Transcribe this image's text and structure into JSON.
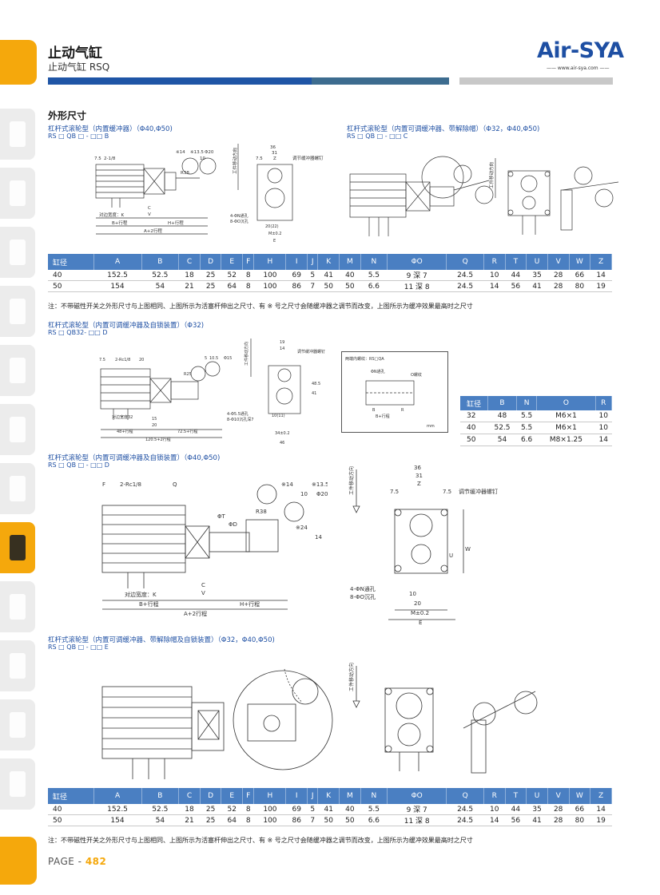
{
  "header": {
    "title": "止动气缸",
    "subtitle": "止动气缸 RSQ",
    "logo": "Air-SYA",
    "logo_url": "—— www.air-sya.com ——"
  },
  "section": {
    "title": "外形尺寸"
  },
  "captions": {
    "b_title": "杠杆式滚轮型（内置缓冲器）（Φ40,Φ50)",
    "b_model": "RS □ QB □ - □□ B",
    "c_title": "杠杆式滚轮型（内置可调缓冲器、带解除帽）（Φ32，Φ40,Φ50)",
    "c_model": "RS □ QB □ - □□ C",
    "d32_title": "杠杆式滚轮型（内置可调缓冲器及自锁装置）（Φ32)",
    "d32_model": "RS □ QB32- □□ D",
    "d_title": "杠杆式滚轮型（内置可调缓冲器及自锁装置）（Φ40,Φ50)",
    "d_model": "RS □ QB □ - □□ D",
    "e_title": "杠杆式滚轮型（内置可调缓冲器、带解除帽及自锁装置）（Φ32，Φ40,Φ50)",
    "e_model": "RS □ QB □ - □□ E"
  },
  "table_main": {
    "headers": [
      "缸径",
      "A",
      "B",
      "C",
      "D",
      "E",
      "F",
      "H",
      "I",
      "J",
      "K",
      "M",
      "N",
      "ΦO",
      "Q",
      "R",
      "T",
      "U",
      "V",
      "W",
      "Z"
    ],
    "rows": [
      [
        "40",
        "152.5",
        "52.5",
        "18",
        "25",
        "52",
        "8",
        "100",
        "69",
        "5",
        "41",
        "40",
        "5.5",
        "9 深 7",
        "24.5",
        "10",
        "44",
        "35",
        "28",
        "66",
        "14"
      ],
      [
        "50",
        "154",
        "54",
        "21",
        "25",
        "64",
        "8",
        "100",
        "86",
        "7",
        "50",
        "50",
        "6.6",
        "11 深 8",
        "24.5",
        "14",
        "56",
        "41",
        "28",
        "80",
        "19"
      ]
    ]
  },
  "note": "注：不带磁性开关之外形尺寸与上图相同、上图所示为活塞杆伸出之尺寸、有 ※ 号之尺寸会随缓冲器之调节而改变，上图所示为缓冲效果最高时之尺寸",
  "table_small": {
    "headers": [
      "缸径",
      "B",
      "N",
      "O",
      "R"
    ],
    "rows": [
      [
        "32",
        "48",
        "5.5",
        "M6×1",
        "10"
      ],
      [
        "40",
        "52.5",
        "5.5",
        "M6×1",
        "10"
      ],
      [
        "50",
        "54",
        "6.6",
        "M8×1.25",
        "14"
      ]
    ]
  },
  "drawing_labels": {
    "b": {
      "d75": "7.5",
      "thread": "2-1/8",
      "d14": "※14",
      "d135": "※13.5",
      "d20": "Φ20",
      "d10": "10",
      "r38": "R38",
      "c": "C",
      "v": "V",
      "k": "对边宽度：K",
      "bstroke": "B+行程",
      "hstroke": "H+行程",
      "astroke": "A+2行程",
      "dir": "工件移动方向",
      "d36": "36",
      "d31": "31",
      "z": "Z",
      "screw": "调节缓冲器螺钉",
      "hole1": "4-ΦN通孔",
      "hole2": "8-ΦO沉孔",
      "d20b": "20(22)",
      "m": "M±0.2",
      "e": "E"
    },
    "d32": {
      "d75": "7.5",
      "rc": "2-Rc1/8",
      "d20": "20",
      "d5": "5",
      "d105": "10.5",
      "d15": "Φ15",
      "r25": "R25",
      "k": "对边宽度32",
      "d15b": "15",
      "d20b": "20",
      "s48": "48+行程",
      "s725": "72.5+行程",
      "s1205": "120.5+2行程",
      "dir": "工件移动方向",
      "d19": "19",
      "d14": "14",
      "screw": "调节缓冲器螺钉",
      "d485": "48.5",
      "d41": "41",
      "hole1": "4-Φ5.5通孔",
      "hole2": "8-Φ10沉孔深7",
      "d10": "10(11)",
      "d34": "34±0.2",
      "d46": "46"
    },
    "box": {
      "title": "两端内螺纹：RS□QA",
      "n": "ΦN通孔",
      "o": "O螺纹",
      "b": "B",
      "r": "R",
      "bs": "B+行程",
      "mm": "mm"
    },
    "d": {
      "f": "F",
      "rc": "2-Rc1/8",
      "q": "Q",
      "d14": "※14",
      "d135": "※13.5",
      "d20": "Φ20",
      "d10": "10",
      "r38": "R38",
      "t": "ΦT",
      "dd": "ΦD",
      "d24": "※24",
      "d14b": "14",
      "c": "C",
      "v": "V",
      "k": "对边宽度：K",
      "bstroke": "B+行程",
      "hstroke": "H+行程",
      "astroke": "A+2行程",
      "dir": "工件移动方向",
      "d36": "36",
      "d31": "31",
      "z": "Z",
      "d75": "7.5",
      "screw": "调节缓冲器螺钉",
      "u": "U",
      "w": "W",
      "hole1": "4-ΦN通孔",
      "hole2": "8-ΦO沉孔",
      "d10b": "10",
      "d20b": "20",
      "m": "M±0.2",
      "e": "E"
    },
    "e": {
      "dir": "工件移动方向"
    }
  },
  "page": {
    "label": "PAGE - ",
    "number": "482"
  }
}
